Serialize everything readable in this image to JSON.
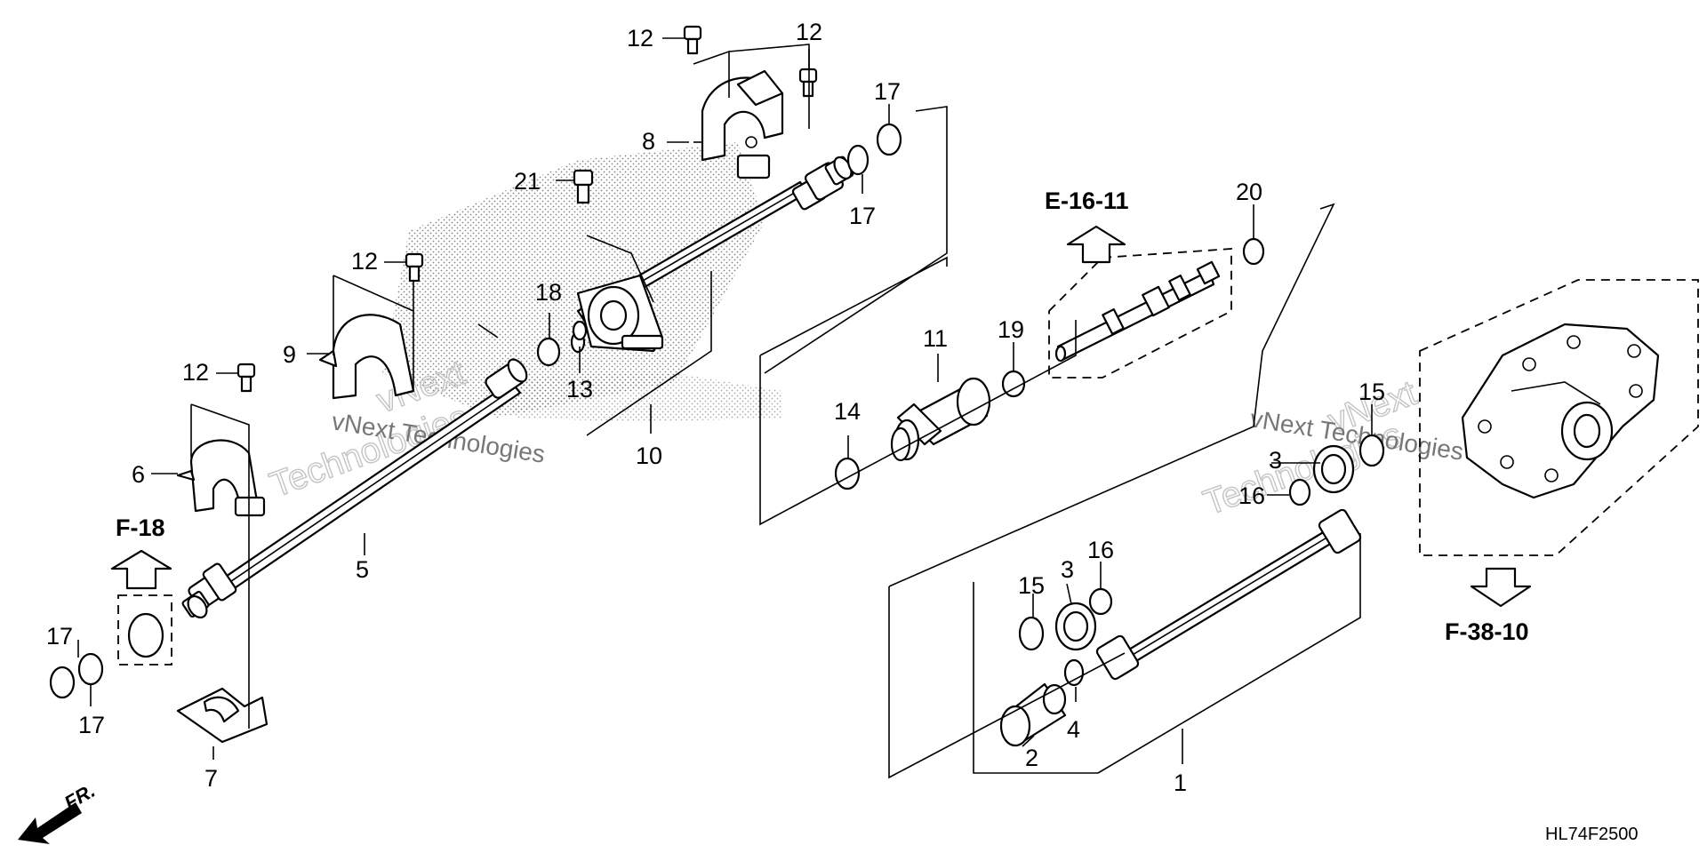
{
  "diagram_code": "HL74F2500",
  "front_indicator": "FR.",
  "watermark": {
    "brand_line1": "vNext",
    "brand_line2": "Technologies",
    "brand_full": "vNext Technologies"
  },
  "references": {
    "ref_e16": "E-16-11",
    "ref_f18": "F-18",
    "ref_f38": "F-38-10"
  },
  "callouts": {
    "c1": "1",
    "c2": "2",
    "c3a": "3",
    "c3b": "3",
    "c4": "4",
    "c5": "5",
    "c6": "6",
    "c7": "7",
    "c8": "8",
    "c9": "9",
    "c10": "10",
    "c11": "11",
    "c12a": "12",
    "c12b": "12",
    "c12c": "12",
    "c12d": "12",
    "c13": "13",
    "c14": "14",
    "c15a": "15",
    "c15b": "15",
    "c16a": "16",
    "c16b": "16",
    "c17a": "17",
    "c17b": "17",
    "c17c": "17",
    "c17d": "17",
    "c18": "18",
    "c19": "19",
    "c20": "20",
    "c21": "21"
  },
  "colors": {
    "line": "#000000",
    "background": "#ffffff",
    "watermark": "#b8b8b8"
  }
}
